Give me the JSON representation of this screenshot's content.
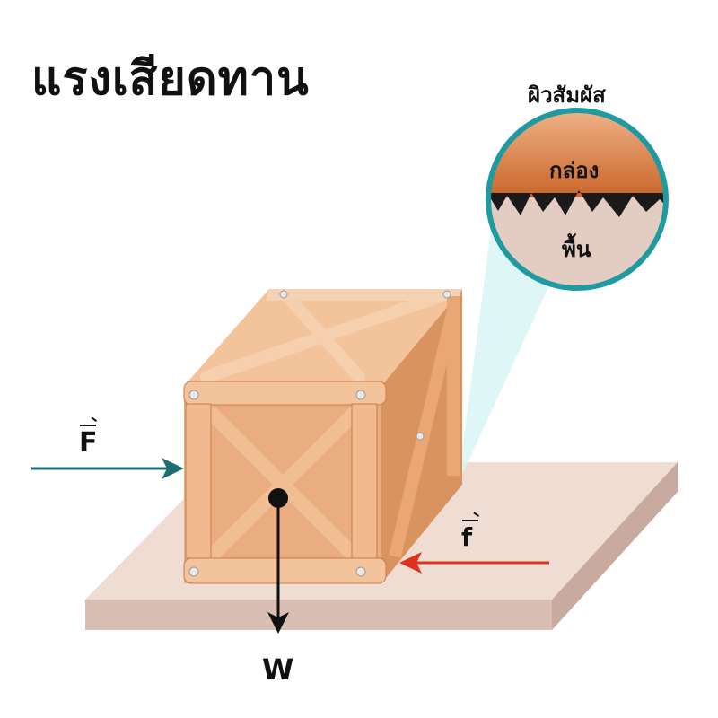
{
  "title": "แรงเสียดทาน",
  "inset": {
    "title": "ผิวสัมผัส",
    "top_label": "กล่อง",
    "bottom_label": "พื้น"
  },
  "forces": {
    "applied": "F",
    "friction": "f",
    "weight": "W"
  },
  "colors": {
    "applied_arrow": "#1d6e72",
    "friction_arrow": "#e0301e",
    "weight_arrow": "#111111",
    "inset_ring": "#1f9aa0",
    "floor_top": "#efdcd2",
    "crate": "#e6a878"
  }
}
